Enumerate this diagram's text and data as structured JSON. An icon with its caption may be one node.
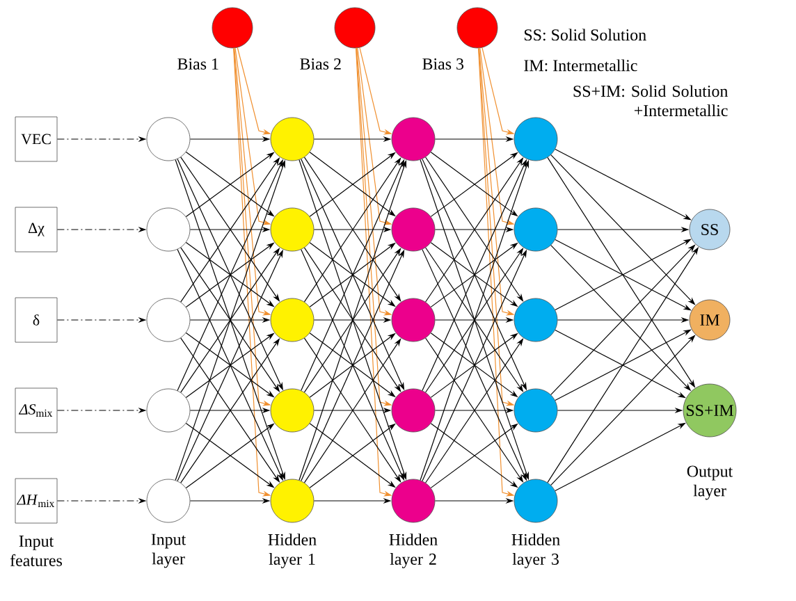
{
  "diagram": {
    "nodes": [
      {
        "text": [
          "VEC"
        ]
      },
      {
        "text": [
          "Δχ"
        ]
      },
      {
        "text": [
          "δ"
        ]
      },
      {
        "text": [
          "*ΔS*$_{mix}$"
        ]
      },
      {
        "text": [
          "*ΔH*$_{mix}$"
        ]
      },
      {
        "text": [],
        "shape": "circle"
      },
      {
        "text": [],
        "shape": "circle"
      },
      {
        "text": [],
        "shape": "circle"
      },
      {
        "text": [],
        "shape": "circle"
      },
      {
        "text": [],
        "shape": "circle"
      },
      {
        "text": [],
        "shape": "circle"
      },
      {
        "text": [],
        "shape": "circle"
      },
      {
        "text": [],
        "shape": "circle"
      },
      {
        "text": [],
        "shape": "circle"
      },
      {
        "text": [],
        "shape": "circle"
      },
      {
        "text": [],
        "shape": "circle"
      },
      {
        "text": [],
        "shape": "circle"
      },
      {
        "text": [],
        "shape": "circle"
      },
      {
        "text": [],
        "shape": "circle"
      },
      {
        "text": [],
        "shape": "circle"
      },
      {
        "text": [],
        "shape": "circle"
      },
      {
        "text": [],
        "shape": "circle"
      },
      {
        "text": [],
        "shape": "circle"
      },
      {
        "text": [],
        "shape": "circle"
      },
      {
        "text": [],
        "shape": "circle"
      },
      {
        "text": [
          "SS"
        ]
      },
      {
        "text": [
          "IM"
        ]
      },
      {
        "text": [
          "SS+IM"
        ]
      },
      {
        "text": [],
        "shape": "circle",
        "beside": [
          "Bias 1"
        ]
      },
      {
        "text": [],
        "shape": "circle",
        "beside": [
          "Bias 2"
        ]
      },
      {
        "text": [],
        "shape": "circle",
        "beside": [
          "Bias 3"
        ]
      }
    ],
    "edges": [
      {
        "from": 0,
        "to": 5,
        "arrow": "to",
        "style": "dashed"
      },
      {
        "from": 1,
        "to": 6,
        "arrow": "to",
        "style": "dashed"
      },
      {
        "from": 2,
        "to": 7,
        "arrow": "to",
        "style": "dashed"
      },
      {
        "from": 3,
        "to": 8,
        "arrow": "to",
        "style": "dashed"
      },
      {
        "from": 4,
        "to": 9,
        "arrow": "to",
        "style": "dashed"
      },
      {
        "from": 5,
        "to": 10,
        "arrow": "to"
      },
      {
        "from": 5,
        "to": 11,
        "arrow": "to"
      },
      {
        "from": 5,
        "to": 12,
        "arrow": "to"
      },
      {
        "from": 5,
        "to": 13,
        "arrow": "to"
      },
      {
        "from": 5,
        "to": 14,
        "arrow": "to"
      },
      {
        "from": 6,
        "to": 10,
        "arrow": "to"
      },
      {
        "from": 6,
        "to": 11,
        "arrow": "to"
      },
      {
        "from": 6,
        "to": 12,
        "arrow": "to"
      },
      {
        "from": 6,
        "to": 13,
        "arrow": "to"
      },
      {
        "from": 6,
        "to": 14,
        "arrow": "to"
      },
      {
        "from": 7,
        "to": 10,
        "arrow": "to"
      },
      {
        "from": 7,
        "to": 11,
        "arrow": "to"
      },
      {
        "from": 7,
        "to": 12,
        "arrow": "to"
      },
      {
        "from": 7,
        "to": 13,
        "arrow": "to"
      },
      {
        "from": 7,
        "to": 14,
        "arrow": "to"
      },
      {
        "from": 8,
        "to": 10,
        "arrow": "to"
      },
      {
        "from": 8,
        "to": 11,
        "arrow": "to"
      },
      {
        "from": 8,
        "to": 12,
        "arrow": "to"
      },
      {
        "from": 8,
        "to": 13,
        "arrow": "to"
      },
      {
        "from": 8,
        "to": 14,
        "arrow": "to"
      },
      {
        "from": 9,
        "to": 10,
        "arrow": "to"
      },
      {
        "from": 9,
        "to": 11,
        "arrow": "to"
      },
      {
        "from": 9,
        "to": 12,
        "arrow": "to"
      },
      {
        "from": 9,
        "to": 13,
        "arrow": "to"
      },
      {
        "from": 9,
        "to": 14,
        "arrow": "to"
      },
      {
        "from": 10,
        "to": 15,
        "arrow": "to"
      },
      {
        "from": 10,
        "to": 16,
        "arrow": "to"
      },
      {
        "from": 10,
        "to": 17,
        "arrow": "to"
      },
      {
        "from": 10,
        "to": 18,
        "arrow": "to"
      },
      {
        "from": 10,
        "to": 19,
        "arrow": "to"
      },
      {
        "from": 11,
        "to": 15,
        "arrow": "to"
      },
      {
        "from": 11,
        "to": 16,
        "arrow": "to"
      },
      {
        "from": 11,
        "to": 17,
        "arrow": "to"
      },
      {
        "from": 11,
        "to": 18,
        "arrow": "to"
      },
      {
        "from": 11,
        "to": 19,
        "arrow": "to"
      },
      {
        "from": 12,
        "to": 15,
        "arrow": "to"
      },
      {
        "from": 12,
        "to": 16,
        "arrow": "to"
      },
      {
        "from": 12,
        "to": 17,
        "arrow": "to"
      },
      {
        "from": 12,
        "to": 18,
        "arrow": "to"
      },
      {
        "from": 12,
        "to": 19,
        "arrow": "to"
      },
      {
        "from": 13,
        "to": 15,
        "arrow": "to"
      },
      {
        "from": 13,
        "to": 16,
        "arrow": "to"
      },
      {
        "from": 13,
        "to": 17,
        "arrow": "to"
      },
      {
        "from": 13,
        "to": 18,
        "arrow": "to"
      },
      {
        "from": 13,
        "to": 19,
        "arrow": "to"
      },
      {
        "from": 14,
        "to": 15,
        "arrow": "to"
      },
      {
        "from": 14,
        "to": 16,
        "arrow": "to"
      },
      {
        "from": 14,
        "to": 17,
        "arrow": "to"
      },
      {
        "from": 14,
        "to": 18,
        "arrow": "to"
      },
      {
        "from": 14,
        "to": 19,
        "arrow": "to"
      },
      {
        "from": 15,
        "to": 20,
        "arrow": "to"
      },
      {
        "from": 15,
        "to": 21,
        "arrow": "to"
      },
      {
        "from": 15,
        "to": 22,
        "arrow": "to"
      },
      {
        "from": 15,
        "to": 23,
        "arrow": "to"
      },
      {
        "from": 15,
        "to": 24,
        "arrow": "to"
      },
      {
        "from": 16,
        "to": 20,
        "arrow": "to"
      },
      {
        "from": 16,
        "to": 21,
        "arrow": "to"
      },
      {
        "from": 16,
        "to": 22,
        "arrow": "to"
      },
      {
        "from": 16,
        "to": 23,
        "arrow": "to"
      },
      {
        "from": 16,
        "to": 24,
        "arrow": "to"
      },
      {
        "from": 17,
        "to": 20,
        "arrow": "to"
      },
      {
        "from": 17,
        "to": 21,
        "arrow": "to"
      },
      {
        "from": 17,
        "to": 22,
        "arrow": "to"
      },
      {
        "from": 17,
        "to": 23,
        "arrow": "to"
      },
      {
        "from": 17,
        "to": 24,
        "arrow": "to"
      },
      {
        "from": 18,
        "to": 20,
        "arrow": "to"
      },
      {
        "from": 18,
        "to": 21,
        "arrow": "to"
      },
      {
        "from": 18,
        "to": 22,
        "arrow": "to"
      },
      {
        "from": 18,
        "to": 23,
        "arrow": "to"
      },
      {
        "from": 18,
        "to": 24,
        "arrow": "to"
      },
      {
        "from": 19,
        "to": 20,
        "arrow": "to"
      },
      {
        "from": 19,
        "to": 21,
        "arrow": "to"
      },
      {
        "from": 19,
        "to": 22,
        "arrow": "to"
      },
      {
        "from": 19,
        "to": 23,
        "arrow": "to"
      },
      {
        "from": 19,
        "to": 24,
        "arrow": "to"
      },
      {
        "from": 20,
        "to": 25,
        "arrow": "to"
      },
      {
        "from": 20,
        "to": 26,
        "arrow": "to"
      },
      {
        "from": 20,
        "to": 27,
        "arrow": "to"
      },
      {
        "from": 21,
        "to": 25,
        "arrow": "to"
      },
      {
        "from": 21,
        "to": 26,
        "arrow": "to"
      },
      {
        "from": 21,
        "to": 27,
        "arrow": "to"
      },
      {
        "from": 22,
        "to": 25,
        "arrow": "to"
      },
      {
        "from": 22,
        "to": 26,
        "arrow": "to"
      },
      {
        "from": 22,
        "to": 27,
        "arrow": "to"
      },
      {
        "from": 23,
        "to": 25,
        "arrow": "to"
      },
      {
        "from": 23,
        "to": 26,
        "arrow": "to"
      },
      {
        "from": 23,
        "to": 27,
        "arrow": "to"
      },
      {
        "from": 24,
        "to": 25,
        "arrow": "to"
      },
      {
        "from": 24,
        "to": 26,
        "arrow": "to"
      },
      {
        "from": 24,
        "to": 27,
        "arrow": "to"
      },
      {
        "from": 28,
        "to": 10,
        "arrow": "to",
        "color": "#f09030"
      },
      {
        "from": 28,
        "to": 11,
        "arrow": "to",
        "color": "#f09030"
      },
      {
        "from": 28,
        "to": 12,
        "arrow": "to",
        "color": "#f09030"
      },
      {
        "from": 28,
        "to": 13,
        "arrow": "to",
        "color": "#f09030"
      },
      {
        "from": 28,
        "to": 14,
        "arrow": "to",
        "color": "#f09030"
      },
      {
        "from": 29,
        "to": 15,
        "arrow": "to",
        "color": "#f09030"
      },
      {
        "from": 29,
        "to": 16,
        "arrow": "to",
        "color": "#f09030"
      },
      {
        "from": 29,
        "to": 17,
        "arrow": "to",
        "color": "#f09030"
      },
      {
        "from": 29,
        "to": 18,
        "arrow": "to",
        "color": "#f09030"
      },
      {
        "from": 29,
        "to": 19,
        "arrow": "to",
        "color": "#f09030"
      },
      {
        "from": 30,
        "to": 20,
        "arrow": "to",
        "color": "#f09030"
      },
      {
        "from": 30,
        "to": 21,
        "arrow": "to",
        "color": "#f09030"
      },
      {
        "from": 30,
        "to": 22,
        "arrow": "to",
        "color": "#f09030"
      },
      {
        "from": 30,
        "to": 23,
        "arrow": "to",
        "color": "#f09030"
      },
      {
        "from": 30,
        "to": 24,
        "arrow": "to",
        "color": "#f09030"
      }
    ],
    "labels": [
      "SS: Solid Solution",
      "IM: Intermetallic",
      "SS+IM: Solid Solution +Intermetallic",
      "Input features",
      "Input layer",
      "Hidden layer 1",
      "Hidden layer 2",
      "Hidden layer 3",
      "Output layer"
    ]
  }
}
